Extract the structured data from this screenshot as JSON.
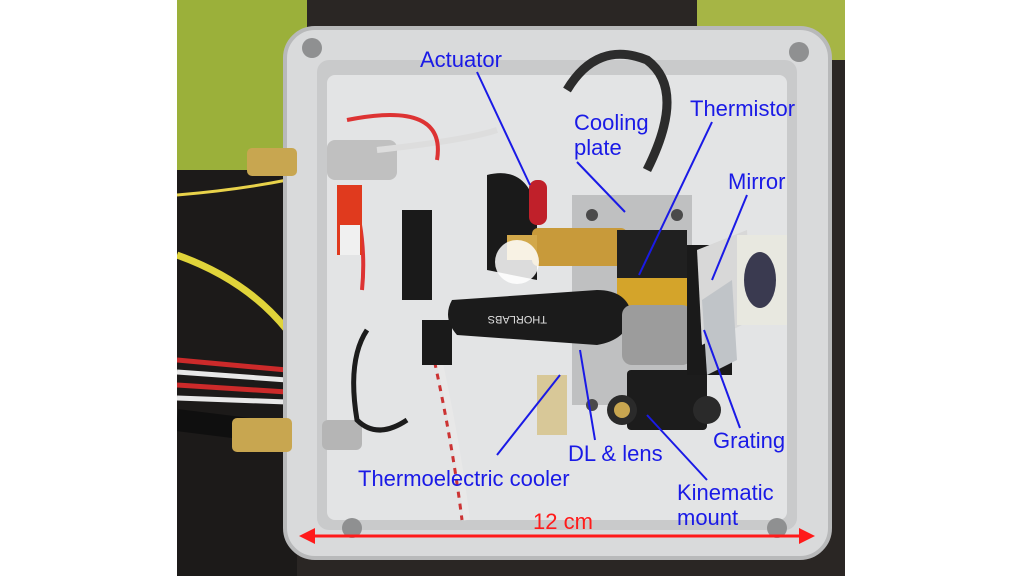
{
  "photo": {
    "labels": {
      "actuator": "Actuator",
      "cooling_plate_line1": "Cooling",
      "cooling_plate_line2": "plate",
      "thermistor": "Thermistor",
      "mirror": "Mirror",
      "grating": "Grating",
      "dl_lens": "DL & lens",
      "tec": "Thermoelectric cooler",
      "kinematic_line1": "Kinematic",
      "kinematic_line2": "mount",
      "brand_text": "THORLABS"
    },
    "scale": {
      "text": "12 cm"
    },
    "colors": {
      "label": "#1a1ae6",
      "scale": "#ff1a1a",
      "enclosure": "#d9dadb",
      "background_green": "#9bb03a"
    }
  }
}
